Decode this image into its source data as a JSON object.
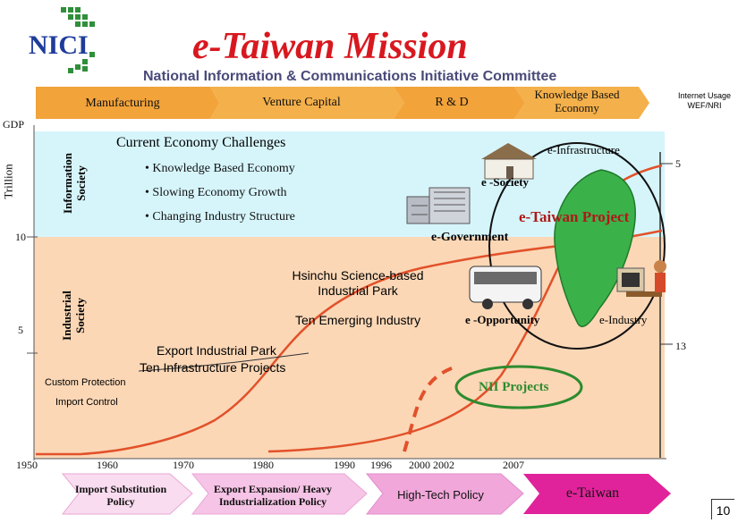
{
  "logo": {
    "text": "NICI"
  },
  "title": "e-Taiwan Mission",
  "subtitle": "National Information & Communications Initiative Committee",
  "top_bands": [
    "Manufacturing",
    "Venture Capital",
    "R & D",
    "Knowledge Based Economy"
  ],
  "internet_usage": "Internet Usage WEF/NRI",
  "y_axis": {
    "gdp": "GDP",
    "unit": "Trillion",
    "tick_10": "10",
    "tick_5": "5"
  },
  "zones": {
    "information": "Information Society",
    "industrial": "Industrial Society"
  },
  "challenges": {
    "heading": "Current Economy Challenges",
    "items": [
      "• Knowledge Based Economy",
      "• Slowing Economy Growth",
      "• Changing Industry Structure"
    ]
  },
  "e_labels": {
    "infrastructure": "e-Infrastructure",
    "society": "e -Society",
    "taiwan_project": "e-Taiwan Project",
    "government": "e-Government",
    "opportunity": "e -Opportunity",
    "industry": "e-Industry"
  },
  "right_values": {
    "top": "5",
    "bottom": "13"
  },
  "milestones": {
    "hsinchu": "Hsinchu Science-based Industrial Park",
    "ten_emerging": "Ten Emerging Industry",
    "export_park": "Export Industrial Park",
    "ten_infra": "Ten Infrastructure Projects",
    "custom": "Custom Protection",
    "import": "Import Control",
    "nii": "NII Projects"
  },
  "years": [
    "1950",
    "1960",
    "1970",
    "1980",
    "1990",
    "1996",
    "2000 2002",
    "2007"
  ],
  "eras": [
    "Import Substitution Policy",
    "Export Expansion/ Heavy Industrialization Policy",
    "High-Tech Policy",
    "e-Taiwan"
  ],
  "page_number": "10",
  "colors": {
    "title_red": "#d8181f",
    "band_orange": "#f2a33a",
    "sky": "#d6f5fb",
    "peach": "#fbd7b6",
    "curve": "#e2512a",
    "pink": "#e0239a",
    "green": "#2e8b2e"
  }
}
